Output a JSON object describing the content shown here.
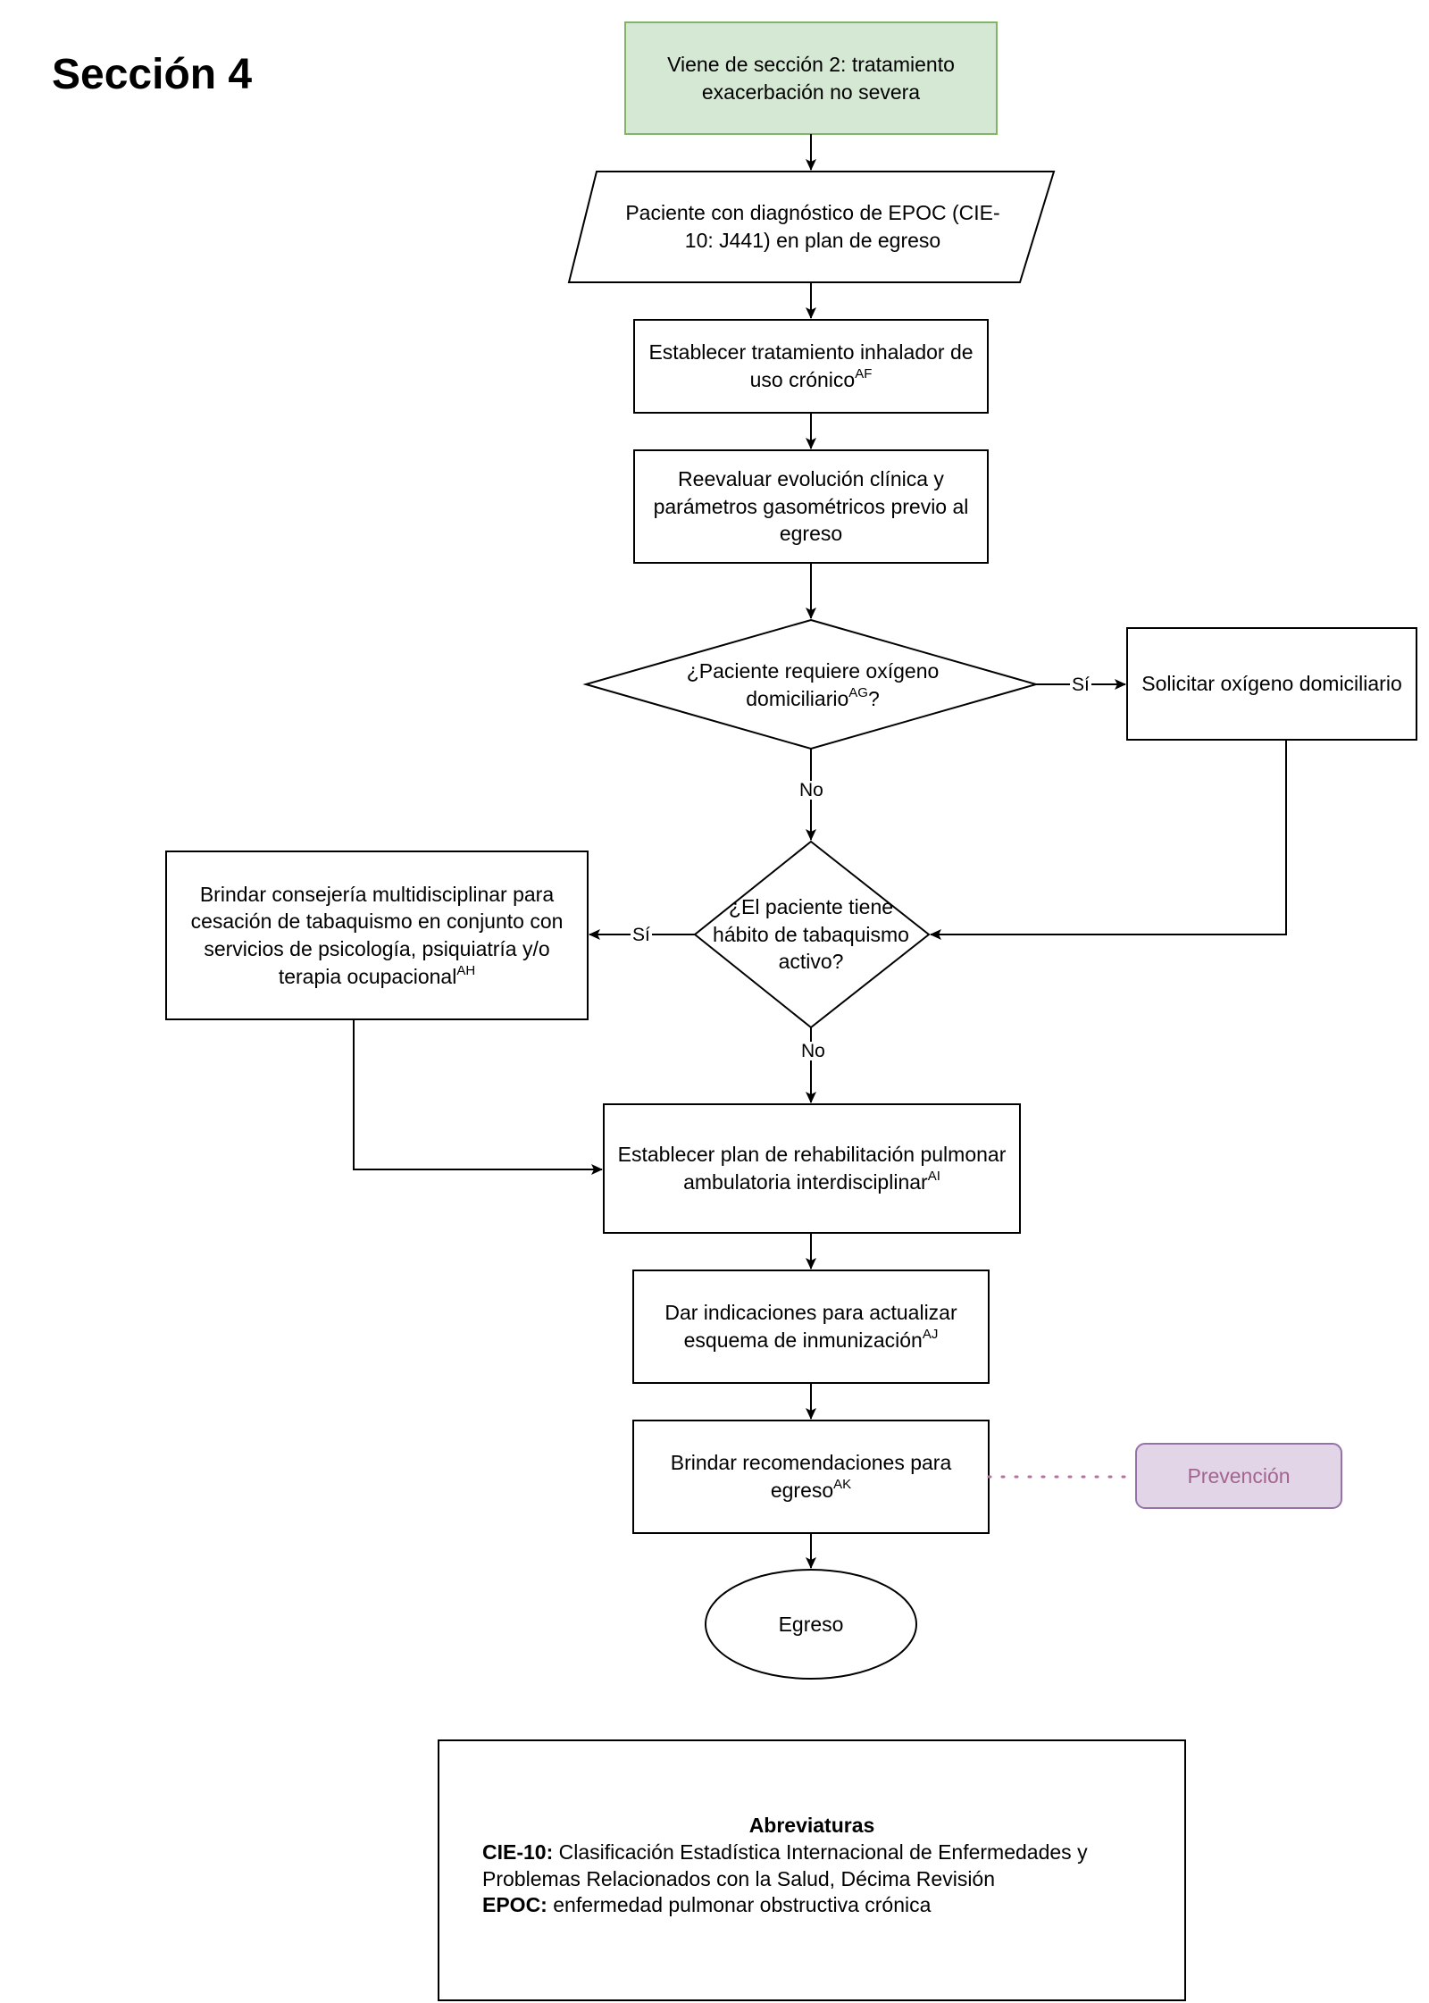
{
  "section_title": "Sección 4",
  "nodes": {
    "start": {
      "text": "Viene de sección 2: tratamiento exacerbación no severa",
      "fill": "#d5e8d4",
      "stroke": "#82b366"
    },
    "patient": {
      "text": "Paciente con diagnóstico de EPOC (CIE-10: J441) en plan de egreso"
    },
    "inhaler": {
      "text": "Establecer tratamiento inhalador de uso crónico",
      "ref": "AF"
    },
    "reevaluate": {
      "text": "Reevaluar evolución clínica y parámetros gasométricos previo al egreso"
    },
    "oxygen_decision": {
      "text": "¿Paciente requiere oxígeno domiciliario",
      "ref": "AG",
      "suffix": "?"
    },
    "request_oxygen": {
      "text": "Solicitar oxígeno domiciliario"
    },
    "smoking_decision": {
      "text": "¿El paciente tiene hábito de tabaquismo activo?"
    },
    "counseling": {
      "text": "Brindar consejería multidisciplinar para cesación de tabaquismo en conjunto con servicios de psicología, psiquiatría y/o terapia ocupacional",
      "ref": "AH"
    },
    "rehab": {
      "text": "Establecer plan de rehabilitación pulmonar ambulatoria interdisciplinar",
      "ref": "AI"
    },
    "immunization": {
      "text": "Dar indicaciones para actualizar esquema de inmunización",
      "ref": "AJ"
    },
    "recommendations": {
      "text": "Brindar recomendaciones para egreso",
      "ref": "AK"
    },
    "prevention": {
      "text": "Prevención",
      "fill": "#e1d5e7",
      "stroke": "#9673a6",
      "text_color": "#a3658f"
    },
    "end": {
      "text": "Egreso"
    }
  },
  "edge_labels": {
    "oxygen_yes": "Sí",
    "oxygen_no": "No",
    "smoking_yes": "Sí",
    "smoking_no": "No"
  },
  "abbreviations": {
    "title": "Abreviaturas",
    "items": [
      {
        "term": "CIE-10:",
        "definition": "Clasificación Estadística Internacional de Enfermedades y Problemas Relacionados con la Salud, Décima Revisión"
      },
      {
        "term": "EPOC:",
        "definition": "enfermedad pulmonar obstructiva crónica"
      }
    ]
  }
}
